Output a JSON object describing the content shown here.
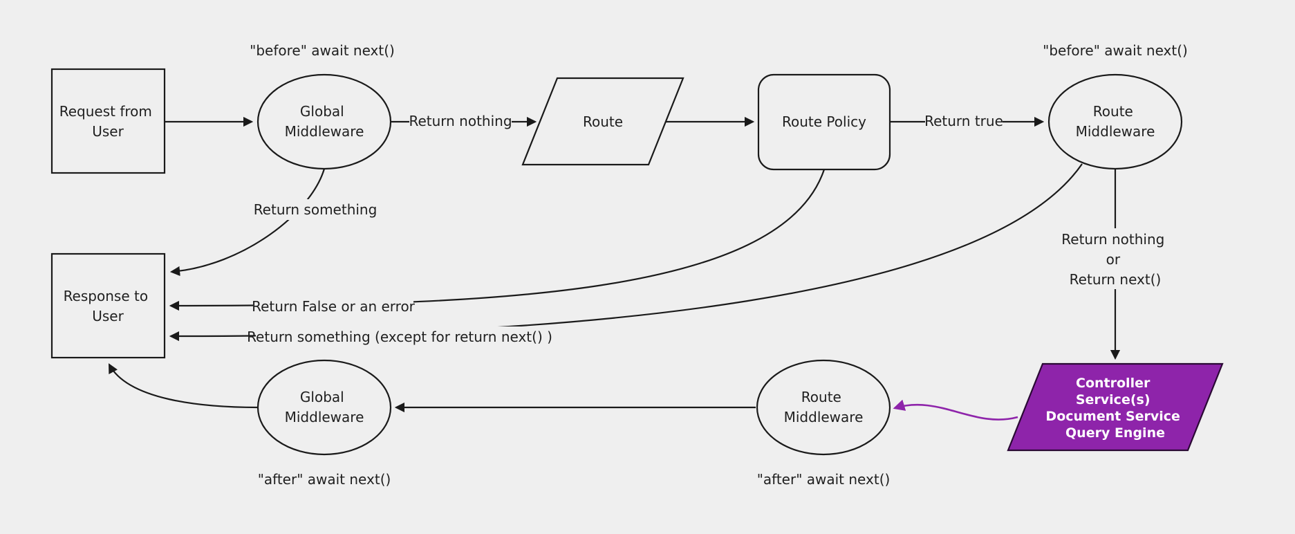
{
  "colors": {
    "background": "#efefef",
    "node_fill": "#efefef",
    "stroke": "#1a1a1a",
    "text": "#1f1f1f",
    "accent_purple": "#8e24aa",
    "controller_text": "#ffffff"
  },
  "nodes": {
    "request_from_user": {
      "line1": "Request from",
      "line2": "User"
    },
    "global_middleware_top": {
      "line1": "Global",
      "line2": "Middleware"
    },
    "route": {
      "label": "Route"
    },
    "route_policy": {
      "label": "Route Policy"
    },
    "route_middleware_top": {
      "line1": "Route",
      "line2": "Middleware"
    },
    "response_to_user": {
      "line1": "Response to",
      "line2": "User"
    },
    "controller": {
      "line1": "Controller",
      "line2": "Service(s)",
      "line3": "Document Service",
      "line4": "Query Engine"
    },
    "route_middleware_bottom": {
      "line1": "Route",
      "line2": "Middleware"
    },
    "global_middleware_bottom": {
      "line1": "Global",
      "line2": "Middleware"
    }
  },
  "labels": {
    "before_await_left": "\"before\" await next()",
    "before_await_right": "\"before\" await next()",
    "return_nothing": "Return nothing",
    "return_true": "Return true",
    "return_something": "Return something",
    "return_false_or_error": "Return False or an error",
    "return_something_except": "Return something (except for return next() )",
    "return_nothing_or_1": "Return nothing",
    "return_nothing_or_2": "or",
    "return_nothing_or_3": "Return next()",
    "after_await_left": "\"after\" await next()",
    "after_await_right": "\"after\" await next()"
  }
}
